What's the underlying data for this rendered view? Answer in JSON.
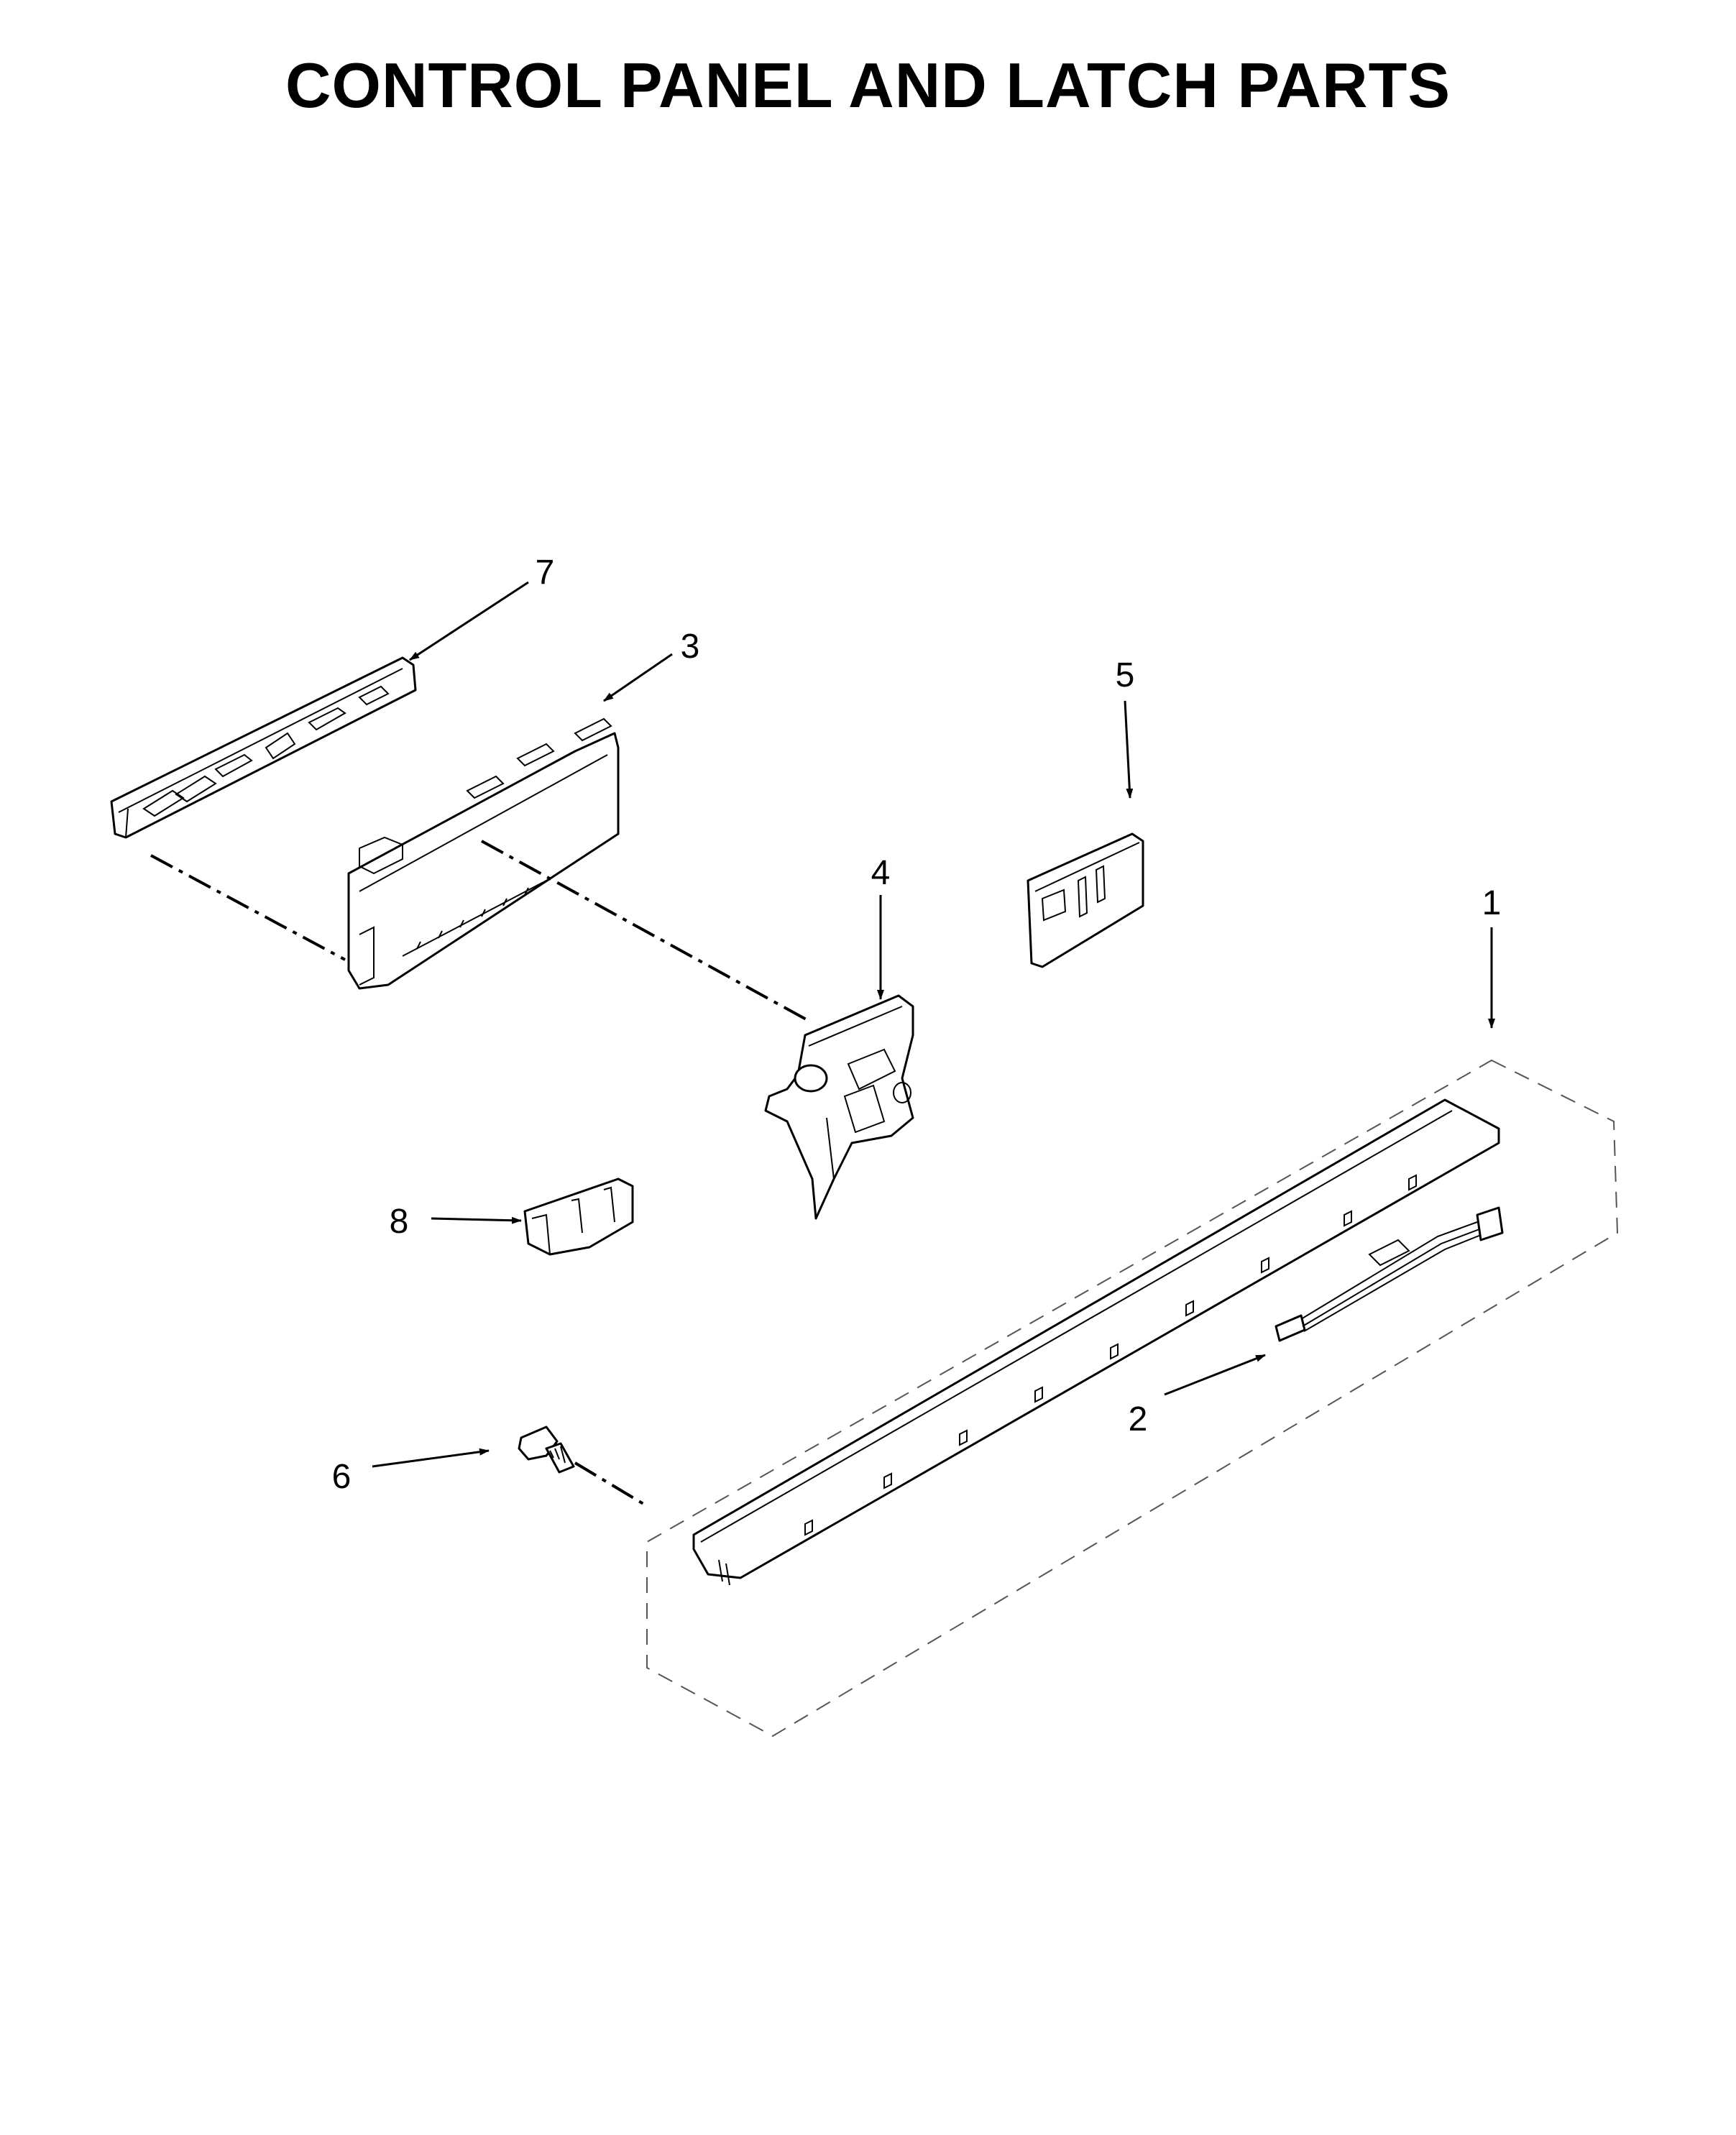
{
  "title": "CONTROL PANEL AND LATCH PARTS",
  "callouts": [
    {
      "id": "1",
      "label": "1"
    },
    {
      "id": "2",
      "label": "2"
    },
    {
      "id": "3",
      "label": "3"
    },
    {
      "id": "4",
      "label": "4"
    },
    {
      "id": "5",
      "label": "5"
    },
    {
      "id": "6",
      "label": "6"
    },
    {
      "id": "7",
      "label": "7"
    },
    {
      "id": "8",
      "label": "8"
    }
  ]
}
